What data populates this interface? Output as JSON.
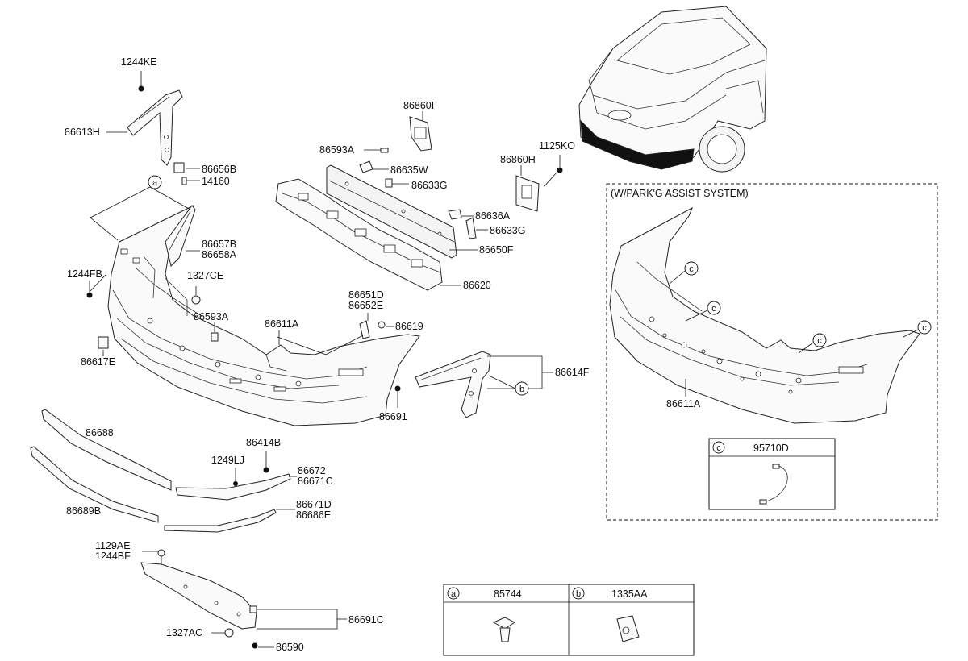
{
  "labels": {
    "p1244KE": "1244KE",
    "p86613H": "86613H",
    "p86656B": "86656B",
    "p14160": "14160",
    "p86657B": "86657B",
    "p86658A": "86658A",
    "p1244FB": "1244FB",
    "p1327CE": "1327CE",
    "p86593A_low": "86593A",
    "p86617E": "86617E",
    "p86611A": "86611A",
    "p86860I": "86860I",
    "p86593A_top": "86593A",
    "p86635W": "86635W",
    "p86633G_top": "86633G",
    "p86860H": "86860H",
    "p1125KO": "1125KO",
    "p86636A": "86636A",
    "p86633G_mid": "86633G",
    "p86650F": "86650F",
    "p86620": "86620",
    "p86651D": "86651D",
    "p86652E": "86652E",
    "p86619": "86619",
    "p86614F": "86614F",
    "p86691": "86691",
    "p86688": "86688",
    "p86414B": "86414B",
    "p1249LJ": "1249LJ",
    "p86672": "86672",
    "p86671C": "86671C",
    "p86689B": "86689B",
    "p86671D": "86671D",
    "p86686E": "86686E",
    "p1129AE": "1129AE",
    "p1244BF": "1244BF",
    "p1327AC": "1327AC",
    "p86691C": "86691C",
    "p86590": "86590"
  },
  "callouts": {
    "a": "a",
    "b": "b",
    "c": "c"
  },
  "park_assist": {
    "title": "(W/PARK'G ASSIST SYSTEM)",
    "bumper_label": "86611A",
    "sensor_key": "c",
    "sensor_part": "95710D"
  },
  "legend": {
    "a_key": "a",
    "a_part": "85744",
    "b_key": "b",
    "b_part": "1335AA"
  }
}
